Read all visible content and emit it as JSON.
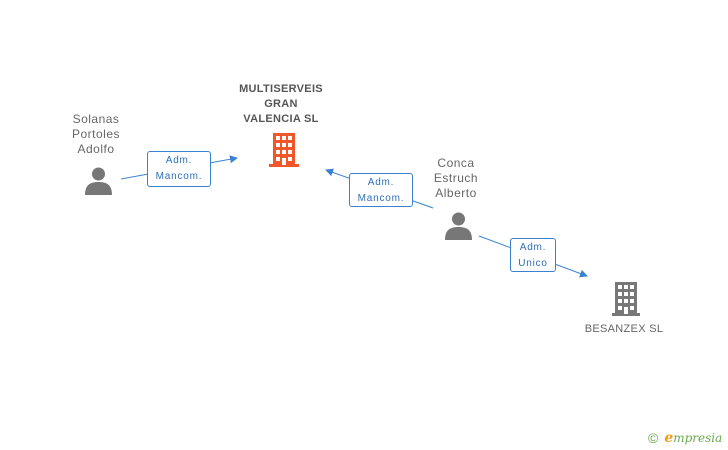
{
  "colors": {
    "edge": "#3a82cf",
    "person_icon": "#777777",
    "main_company_icon": "#f2572a",
    "company_icon": "#777777"
  },
  "nodes": {
    "person_solanas": {
      "lines": [
        "Solanas",
        "Portoles",
        "Adolfo"
      ],
      "icon": "person-icon"
    },
    "person_conca": {
      "lines": [
        "Conca",
        "Estruch",
        "Alberto"
      ],
      "icon": "person-icon"
    },
    "company_main": {
      "lines": [
        "MULTISERVEIS",
        "GRAN",
        "VALENCIA SL"
      ],
      "icon": "building-icon"
    },
    "company_besanzex": {
      "label": "BESANZEX SL",
      "icon": "building-icon"
    }
  },
  "relations": {
    "solanas_main": {
      "lines": [
        "Adm.",
        "Mancom."
      ]
    },
    "conca_main": {
      "lines": [
        "Adm.",
        "Mancom."
      ]
    },
    "conca_besanzex": {
      "lines": [
        "Adm.",
        "Unico"
      ]
    }
  },
  "watermark": {
    "copyright": "©",
    "brand_initial": "e",
    "brand_rest": "mpresia"
  }
}
